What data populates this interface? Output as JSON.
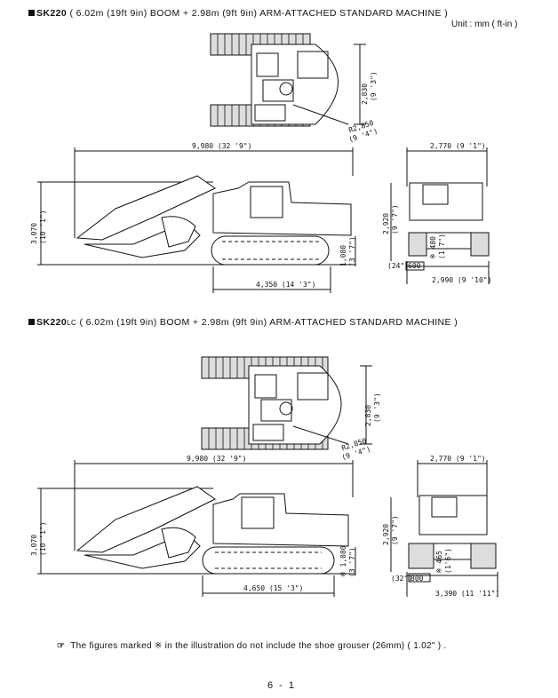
{
  "header": {
    "unit": "Unit : mm ( ft-in )"
  },
  "section1": {
    "model": "SK220",
    "title_rest": "( 6.02m (19ft 9in) BOOM + 2.98m (9ft 9in) ARM-ATTACHED STANDARD MACHINE )",
    "top_width": "2,830",
    "top_width_ft": "(9 '3\")",
    "tail_radius": "R2,850",
    "tail_radius_ft": "(9 '4\")",
    "overall_length": "9,980 (32 '9\")",
    "height": "3,070",
    "height_ft": "(10 '1\")",
    "clearance": "1,080",
    "clearance_ft": "(3 '7\")",
    "tumbler": "4,350 (14 '3\")",
    "front_width": "2,770 (9 '1\")",
    "cab_height": "2,920",
    "cab_height_ft": "(9 '7\")",
    "ground_clr": "※ 480",
    "ground_clr_ft": "(1'7\")",
    "shoe_ft": "(24\")",
    "shoe": "600",
    "track_width": "2,990 (9 '10\")"
  },
  "section2": {
    "model": "SK220",
    "model_suffix": "LC",
    "title_rest": "( 6.02m (19ft 9in) BOOM + 2.98m (9ft 9in) ARM-ATTACHED STANDARD MACHINE )",
    "top_width": "2,830",
    "top_width_ft": "(9 '3\")",
    "tail_radius": "R2,850",
    "tail_radius_ft": "(9 '4\")",
    "overall_length": "9,980 (32 '9\")",
    "height": "3,070",
    "height_ft": "(10 '1\")",
    "clearance": "※ 1,080",
    "clearance_ft": "(3 '7\")",
    "tumbler": "4,650 (15 '3\")",
    "front_width": "2,770 (9 '1\")",
    "cab_height": "2,920",
    "cab_height_ft": "(9 '7\")",
    "ground_clr": "※ 465",
    "ground_clr_ft": "(1'6\")",
    "shoe_ft": "(32\")",
    "shoe": "800",
    "track_width": "3,390 (11 '11\")"
  },
  "footer": {
    "note_icon": "pointing-hand-icon",
    "note": "The figures marked ※ in the illustration do not include the shoe grouser (26mm) ( 1.02\" ) .",
    "page": "6 - 1"
  }
}
